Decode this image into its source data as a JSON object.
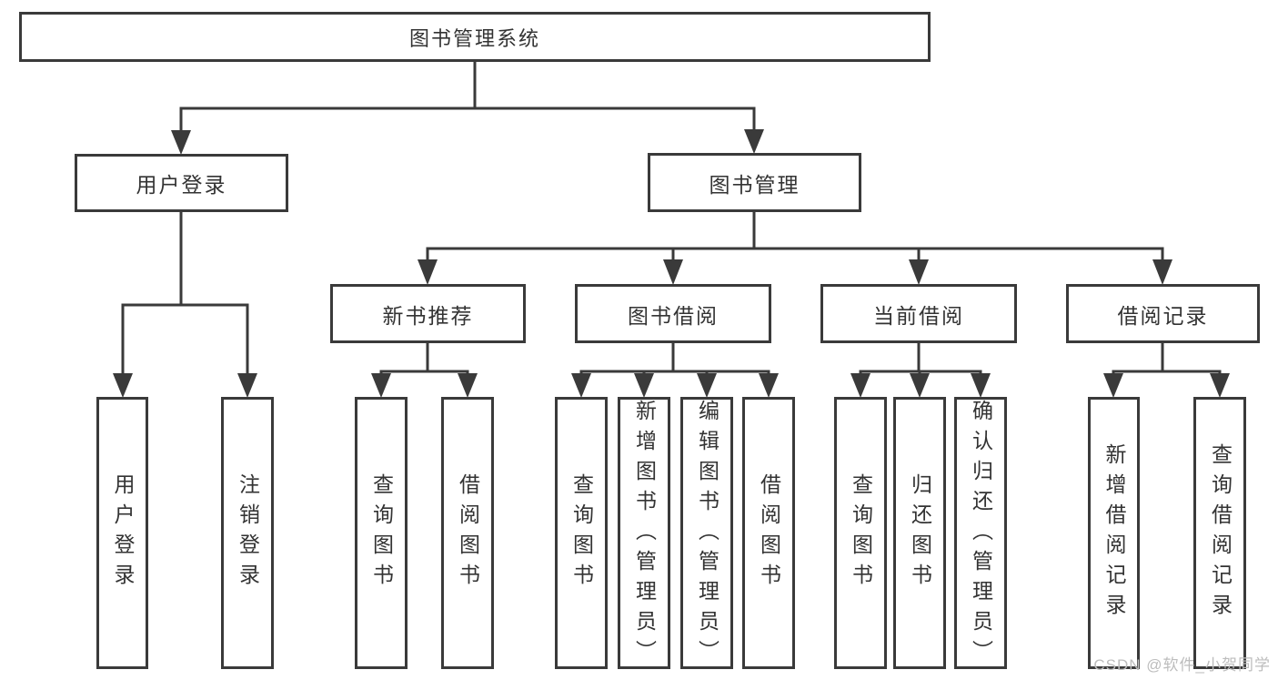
{
  "tree": {
    "root": {
      "label": "图书管理系统"
    },
    "branches": [
      {
        "label": "用户登录",
        "children": [
          {
            "label": "用户登录"
          },
          {
            "label": "注销登录"
          }
        ]
      },
      {
        "label": "图书管理",
        "children": [
          {
            "label": "新书推荐",
            "children": [
              {
                "label": "查询图书"
              },
              {
                "label": "借阅图书"
              }
            ]
          },
          {
            "label": "图书借阅",
            "children": [
              {
                "label": "查询图书"
              },
              {
                "label": "新增图书（管理员）"
              },
              {
                "label": "编辑图书（管理员）"
              },
              {
                "label": "借阅图书"
              }
            ]
          },
          {
            "label": "当前借阅",
            "children": [
              {
                "label": "查询图书"
              },
              {
                "label": "归还图书"
              },
              {
                "label": "确认归还（管理员）"
              }
            ]
          },
          {
            "label": "借阅记录",
            "children": [
              {
                "label": "新增借阅记录"
              },
              {
                "label": "查询借阅记录"
              }
            ]
          }
        ]
      }
    ]
  },
  "watermark": "CSDN @软件_小贺同学",
  "colors": {
    "line": "#3a3a3a",
    "box_border": "#3a3a3a",
    "text": "#333333",
    "watermark": "#bdbdbd",
    "background": "#ffffff"
  }
}
